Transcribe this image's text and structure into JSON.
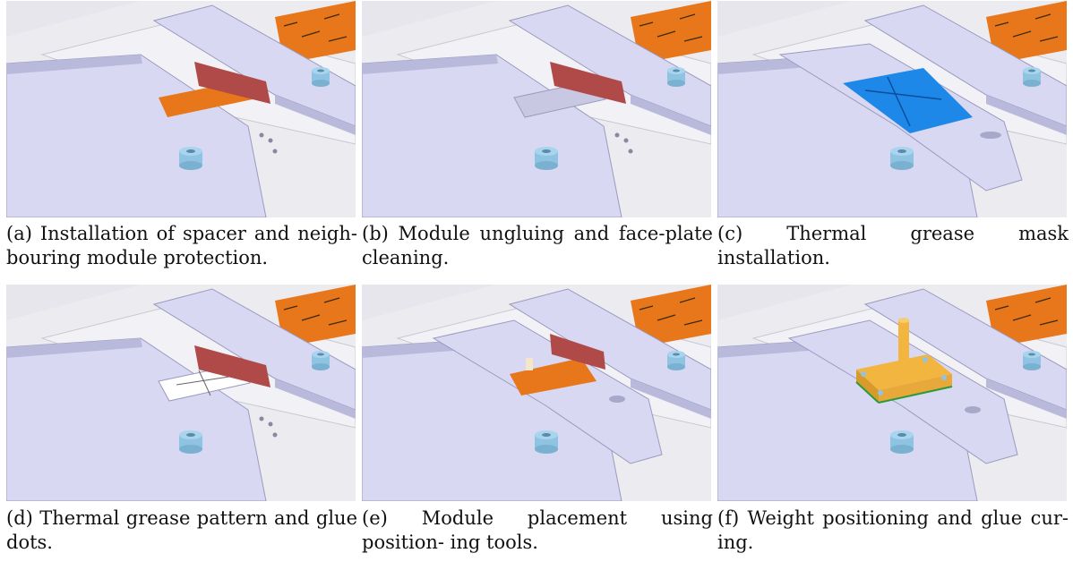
{
  "figure": {
    "panels": [
      {
        "caption": "(a) Installation of spacer and neigh- bouring module protection."
      },
      {
        "caption": "(b) Module ungluing and face-plate cleaning."
      },
      {
        "caption": "(c) Thermal grease mask installation."
      },
      {
        "caption": "(d) Thermal grease pattern and glue dots."
      },
      {
        "caption": "(e) Module placement using position- ing tools."
      },
      {
        "caption": "(f) Weight positioning and glue cur- ing."
      }
    ]
  },
  "colors": {
    "tooling": "#d8d8f2",
    "tooling_shade": "#b9b9dc",
    "pcb": "#e8761a",
    "spacer": "#b04a48",
    "mask": "#1e88e8",
    "weight": "#f2b640",
    "standoff": "#8ec4e2"
  }
}
